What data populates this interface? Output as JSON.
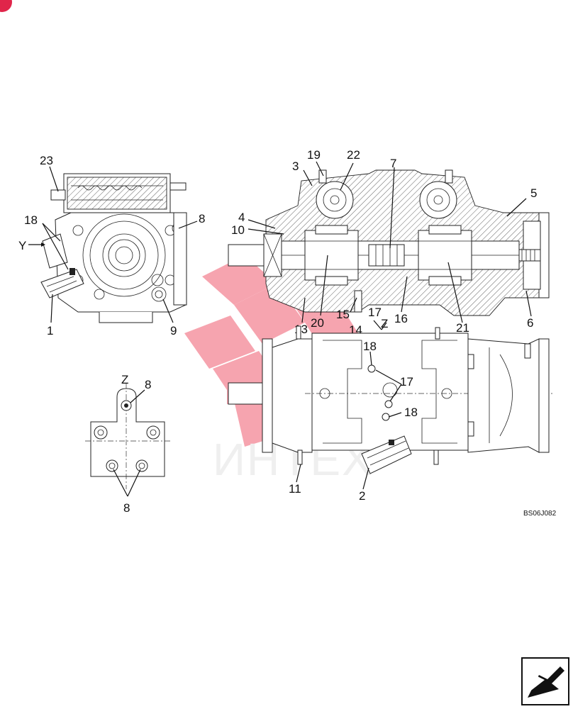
{
  "drawing_code": "BS06J082",
  "watermark": "ИНТЕХ",
  "badge_color": "#e0254a",
  "watermark_color": "#f05a6e",
  "views": {
    "front": {
      "labels": [
        "23",
        "18",
        "Y",
        "8",
        "1",
        "9"
      ]
    },
    "section": {
      "labels": [
        "19",
        "22",
        "7",
        "3",
        "5",
        "4",
        "10",
        "13",
        "20",
        "15",
        "17",
        "Z",
        "16",
        "14",
        "21",
        "6"
      ]
    },
    "top": {
      "labels": [
        "18",
        "17",
        "18",
        "11",
        "2"
      ]
    },
    "detail_z": {
      "labels": [
        "Z",
        "8",
        "8"
      ]
    }
  },
  "nav_icon": "arrow-nav-icon"
}
